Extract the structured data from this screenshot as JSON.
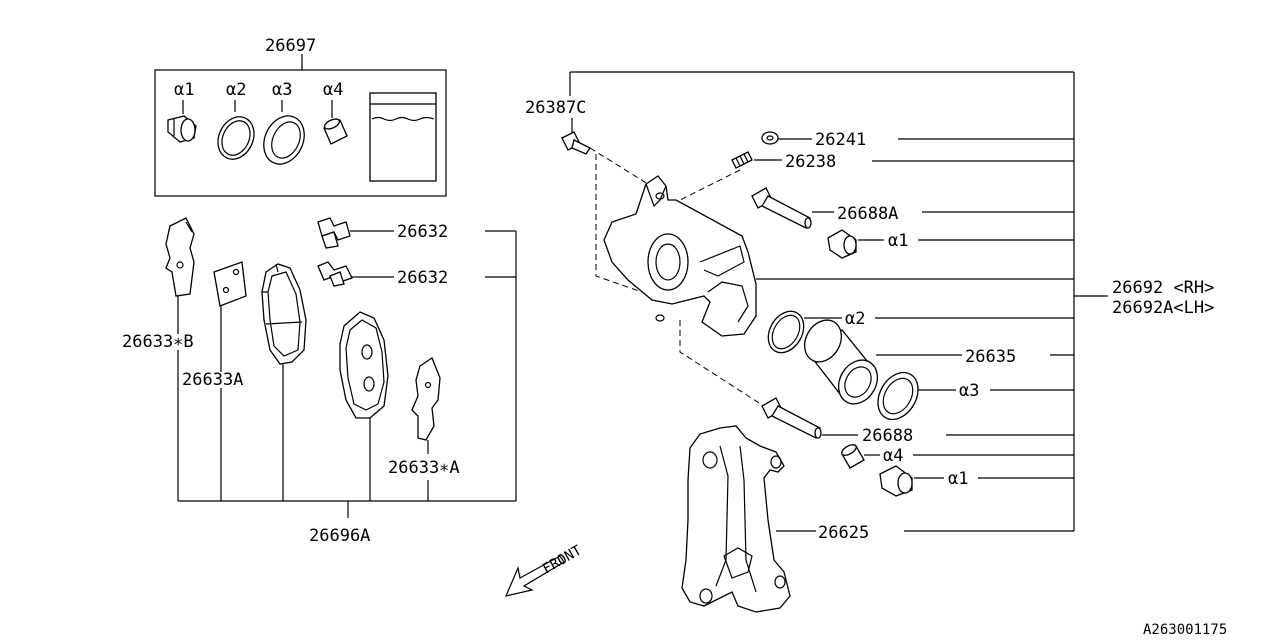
{
  "labels": {
    "kit": "26697",
    "kit_a1": "α1",
    "kit_a2": "α2",
    "kit_a3": "α3",
    "kit_a4": "α4",
    "clip_upper": "26632",
    "clip_lower": "26632",
    "shim_b": "26633∗B",
    "shim_a_left": "26633A",
    "shim_star_a": "26633∗A",
    "pad_kit": "26696A",
    "bolt_c": "26387C",
    "cap": "26241",
    "bleeder": "26238",
    "pin_a": "26688A",
    "boot_a1_upper": "α1",
    "caliper_rh": "26692 <RH>",
    "caliper_lh": "26692A<LH>",
    "seal_a2": "α2",
    "piston": "26635",
    "boot_a3": "α3",
    "pin": "26688",
    "sleeve_a4": "α4",
    "boot_a1_lower": "α1",
    "support": "26625",
    "front": "FRONT",
    "ref": "A263001175"
  }
}
